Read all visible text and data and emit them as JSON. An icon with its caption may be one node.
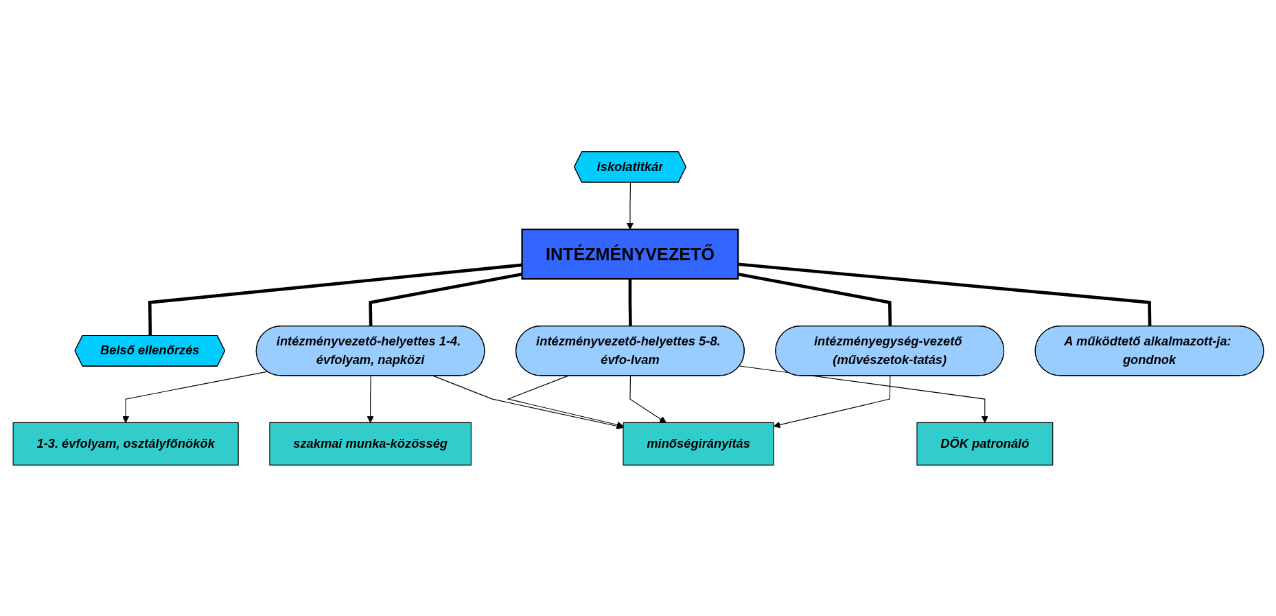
{
  "diagram": {
    "nodes": [
      {
        "text": [
          "INTÉZMÉNYVEZETŐ"
        ]
      },
      {
        "text": [
          "iskolatitkár"
        ]
      },
      {
        "text": [
          "Belső ellenőrzés"
        ]
      },
      {
        "text": [
          "intézményvezető-helyettes 1-4. évfolyam, napközi"
        ]
      },
      {
        "text": [
          "intézményvezető-helyettes 5-8. évfo-lvam"
        ]
      },
      {
        "text": [
          "intézményegység-vezető (művészetok-tatás)"
        ]
      },
      {
        "text": [
          "A működtető alkalmazott-ja: gondnok"
        ]
      },
      {
        "text": [
          "1-3. évfolyam, osztályfőnökök"
        ]
      },
      {
        "text": [
          "szakmai munka-közösség"
        ]
      },
      {
        "text": [
          "minőségirányítás"
        ]
      },
      {
        "text": [
          "DÖK patronáló"
        ]
      }
    ],
    "edges": [
      {
        "from": 1,
        "to": 0,
        "arrow": "to"
      },
      {
        "from": 0,
        "to": 2,
        "arrow": "none",
        "style": "thick"
      },
      {
        "from": 0,
        "to": 3,
        "arrow": "none",
        "style": "thick"
      },
      {
        "from": 0,
        "to": 4,
        "arrow": "none",
        "style": "thick"
      },
      {
        "from": 0,
        "to": 5,
        "arrow": "none",
        "style": "thick"
      },
      {
        "from": 0,
        "to": 6,
        "arrow": "none",
        "style": "thick"
      },
      {
        "from": 3,
        "to": 7,
        "arrow": "to"
      },
      {
        "from": 3,
        "to": 8,
        "arrow": "to"
      },
      {
        "from": 3,
        "to": 9,
        "arrow": "to"
      },
      {
        "from": 4,
        "to": 9,
        "arrow": "to"
      },
      {
        "from": 4,
        "to": 9,
        "arrow": "to"
      },
      {
        "from": 4,
        "to": 10,
        "arrow": "to"
      },
      {
        "from": 5,
        "to": 9,
        "arrow": "to"
      }
    ]
  }
}
